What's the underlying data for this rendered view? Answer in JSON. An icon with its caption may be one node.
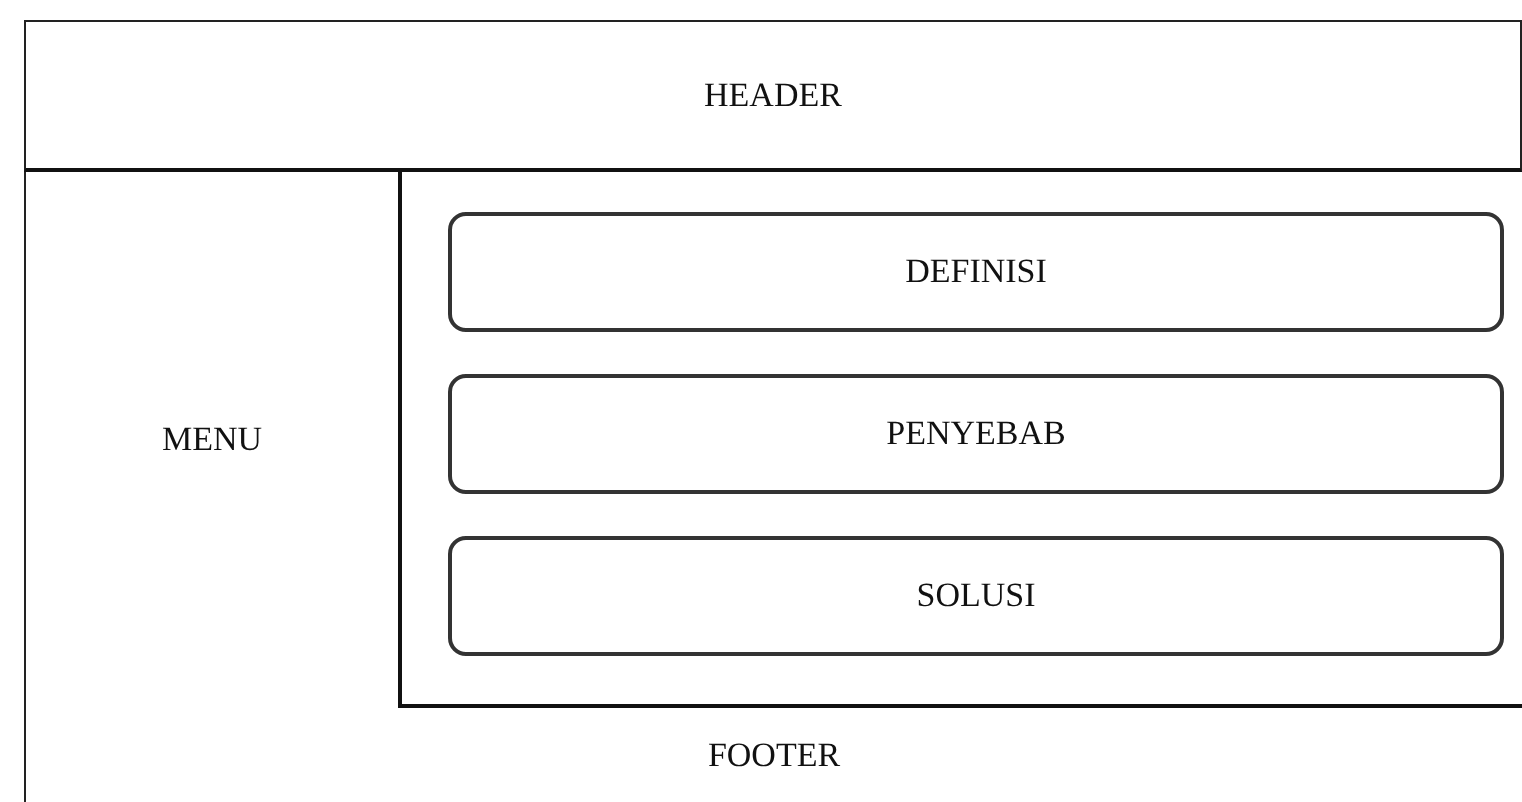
{
  "diagram": {
    "nodes": [
      {
        "text": [
          "HEADER"
        ]
      },
      {
        "text": [
          "MENU"
        ]
      },
      {
        "text": [],
        "shape": "box"
      },
      {
        "text": [
          "DEFINISI"
        ],
        "in": 2
      },
      {
        "text": [
          "PENYEBAB"
        ],
        "in": 2
      },
      {
        "text": [
          "SOLUSI"
        ],
        "in": 2
      },
      {
        "text": [
          "FOOTER"
        ]
      }
    ],
    "edges": []
  }
}
